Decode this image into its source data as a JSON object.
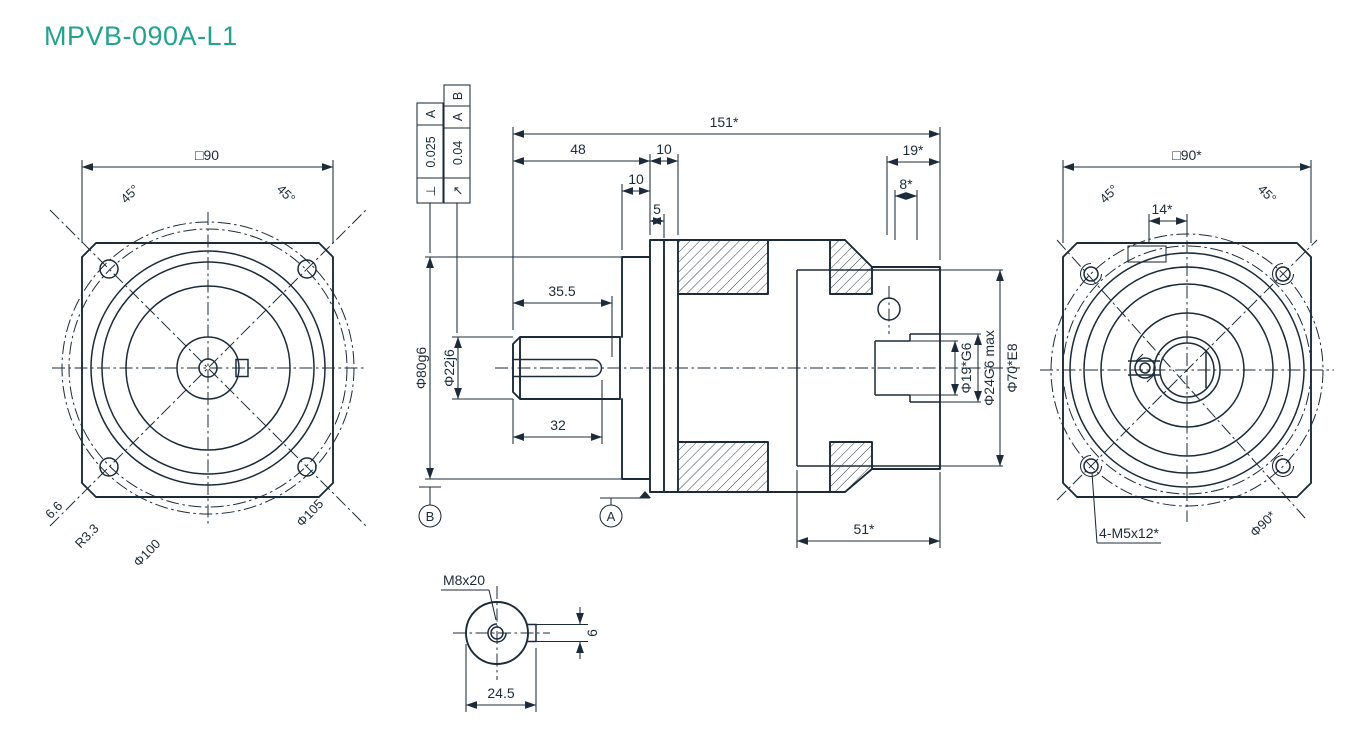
{
  "title": "MPVB-090A-L1",
  "colors": {
    "line": "#1c2b3a",
    "accent_title": "#23a28f",
    "background": "#ffffff"
  },
  "front_view": {
    "dim_square": "□90",
    "angle_left": "45°",
    "angle_right": "45°",
    "hole_dia": "6.6",
    "corner_radius": "R3.3",
    "bolt_circle_dia": "Φ100",
    "outer_dia": "Φ105"
  },
  "tolerance_frames": {
    "perpendicularity": {
      "symbol": "⊥",
      "value": "0.025",
      "datum": "A"
    },
    "runout": {
      "symbol": "↗",
      "value": "0.04",
      "datum_primary": "A",
      "datum_secondary": "B"
    }
  },
  "side_view": {
    "dim_total_length": "151*",
    "dim_48": "48",
    "dim_10_top": "10",
    "dim_10_pilot": "10",
    "dim_5": "5",
    "dim_19": "19*",
    "dim_8": "8*",
    "dim_35_5": "35.5",
    "dim_32": "32",
    "dia_pilot": "Φ80g6",
    "dia_shaft": "Φ22j6",
    "dia_bore_small": "Φ19*G6",
    "dia_bore_max": "Φ24G6 max",
    "dia_bore_large": "Φ70*E8",
    "dim_51": "51*",
    "datum_a": "A",
    "datum_b": "B"
  },
  "rear_view": {
    "dim_square": "□90*",
    "angle_left": "45°",
    "angle_right": "45°",
    "dim_14": "14*",
    "thread_note": "4-M5x12*",
    "dia_90": "Φ90*"
  },
  "shaft_end_view": {
    "thread_note": "M8x20",
    "dim_key_width": "6",
    "dim_24_5": "24.5"
  }
}
